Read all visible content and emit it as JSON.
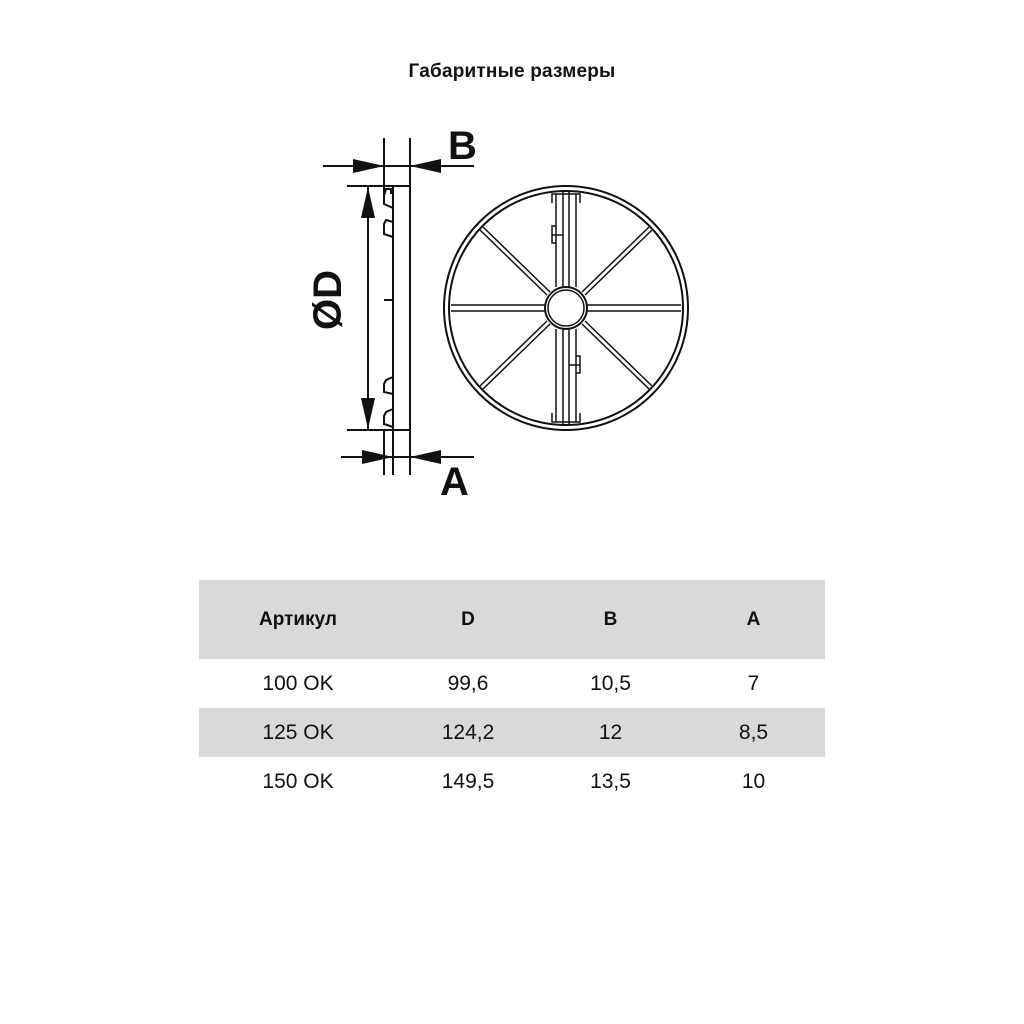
{
  "title": "Габаритные размеры",
  "drawing": {
    "labels": {
      "b": "B",
      "a": "A",
      "d": "ØD"
    }
  },
  "table": {
    "headers": [
      "Артикул",
      "D",
      "B",
      "A"
    ],
    "rows": [
      [
        "100 OK",
        "99,6",
        "10,5",
        "7"
      ],
      [
        "125 OK",
        "124,2",
        "12",
        "8,5"
      ],
      [
        "150 OK",
        "149,5",
        "13,5",
        "10"
      ]
    ],
    "header_bg": "#d9d9d9",
    "stripe_bg": "#d9d9d9"
  }
}
